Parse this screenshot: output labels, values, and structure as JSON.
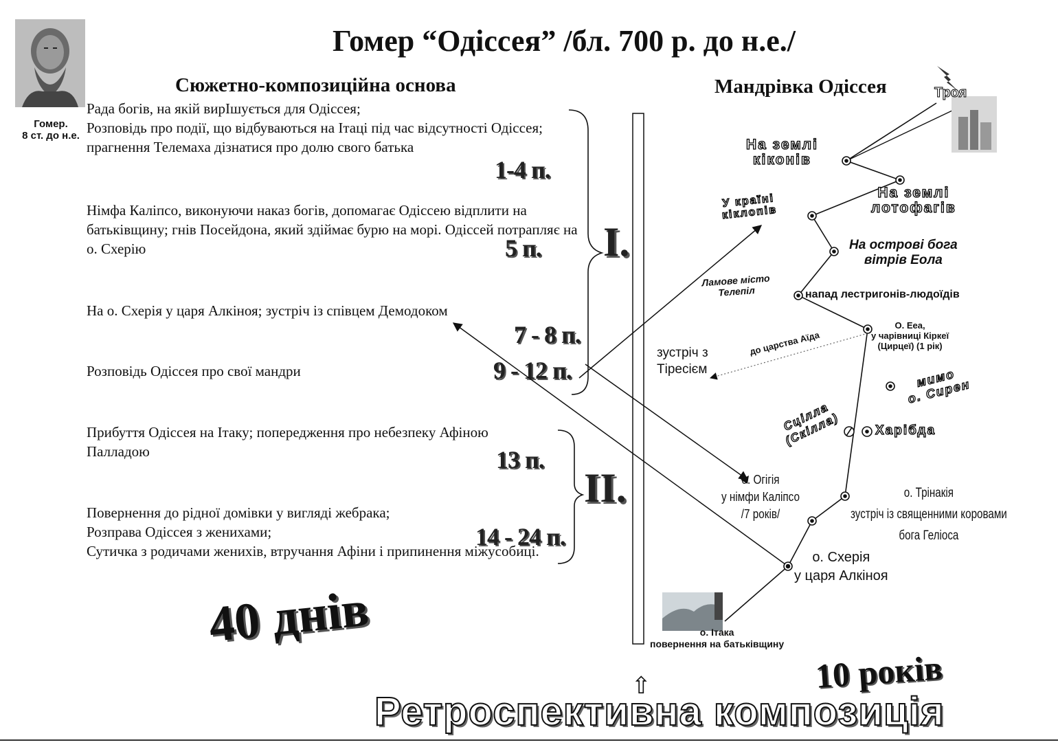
{
  "title": "Гомер “Одіссея” /бл. 700 р. до н.е./",
  "portrait_caption": "Гомер.\n8 ст. до н.е.",
  "left_heading": "Сюжетно-композиційна основа",
  "right_heading": "Мандрівка Одіссея",
  "plot_blocks": [
    {
      "text": "Рада богів, на якій вирIшується для Одіссея;\nРозповідь про події, що відбуваються на Ітаці під час відсутності Одіссея; прагнення Телемаха дізнатися про долю свого батька",
      "books": "1-4 п."
    },
    {
      "text": "Німфа Каліпсо, виконуючи наказ богів, допомагає Одіссею відплити на батьківщину; гнів Посейдона, який здіймає бурю на морі. Одіссей потрапляє на о. Схерію",
      "books": "5 п."
    },
    {
      "text": "На о. Схерія у царя Алкіноя; зустріч із співцем Демодоком",
      "books": "7 - 8 п."
    },
    {
      "text": "Розповідь Одіссея про свої мандри",
      "books": "9 - 12 п."
    },
    {
      "text": "Прибуття Одіссея на Ітаку; попередження про небезпеку Афіною Палладою",
      "books": "13 п."
    },
    {
      "text": "Повернення до рідної домівки у вигляді жебрака;\nРозправа Одіссея з женихами;\nСутичка з родичами женихів, втручання Афіни і припинення міжусобиці.",
      "books": "14 - 24 п."
    }
  ],
  "parts": [
    "І.",
    "ІІ."
  ],
  "map_labels": {
    "troy": "Троя",
    "kikones": "На землі\nкіконів",
    "lotophagi": "На землі\nлотофагів",
    "cyclopes": "У країні\nкіклопів",
    "aeolus": "На острові бога\nвітрів Еола",
    "telepil": "Ламове місто\nТелепіл",
    "laestrygonians": "напад лестригонів-людоїдів",
    "circe": "О. Ееа,\nу чарівниці Кіркеї\n(Цирцеї) (1 рік)",
    "hades": "до царства Аїда",
    "tiresias": "зустріч з\nТіресієм",
    "sirens": "мимо\nо. Сирен",
    "scylla": "Сцілла\n(Скілла)",
    "charybdis": "Харібда",
    "ogygia": "о. Огігія\nу німфи Каліпсо\n/7 років/",
    "thrinacia": "о. Трінакія\nзустріч із священними коровами\nбога Геліоса",
    "scheria": "о. Схерія\nу царя Алкіноя",
    "ithaca": "о. Ітака\nповернення на батьківщину"
  },
  "duration_days": "40 днів",
  "duration_years": "10 років",
  "footer": "Ретроспективна композиція"
}
